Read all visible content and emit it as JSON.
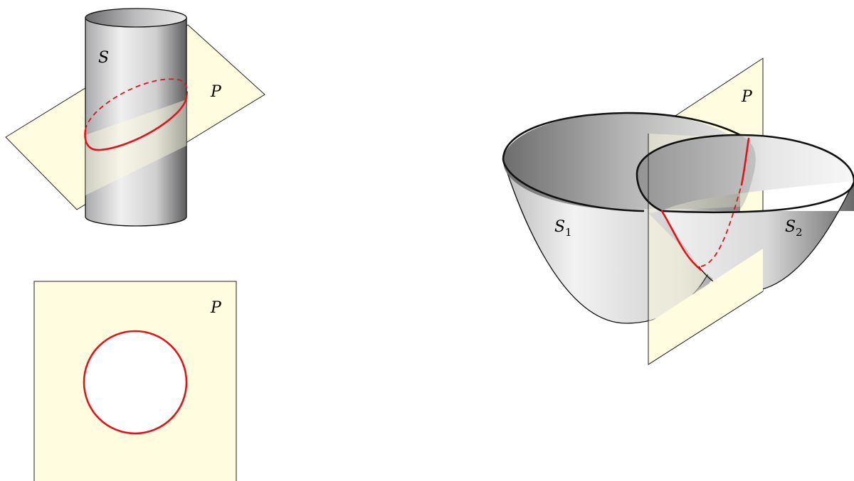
{
  "colors": {
    "plane_fill": "#fffce0",
    "intersection_curve": "#e0141b",
    "surface_gray": "#cfcfcf",
    "outline": "#111111"
  },
  "figures": {
    "cylinder": {
      "surface_label": "S",
      "plane_label": "P"
    },
    "slice": {
      "plane_label": "P"
    },
    "paraboloids": {
      "plane_label": "P",
      "surface1_label": "S",
      "surface1_subscript": "1",
      "surface2_label": "S",
      "surface2_subscript": "2"
    }
  }
}
